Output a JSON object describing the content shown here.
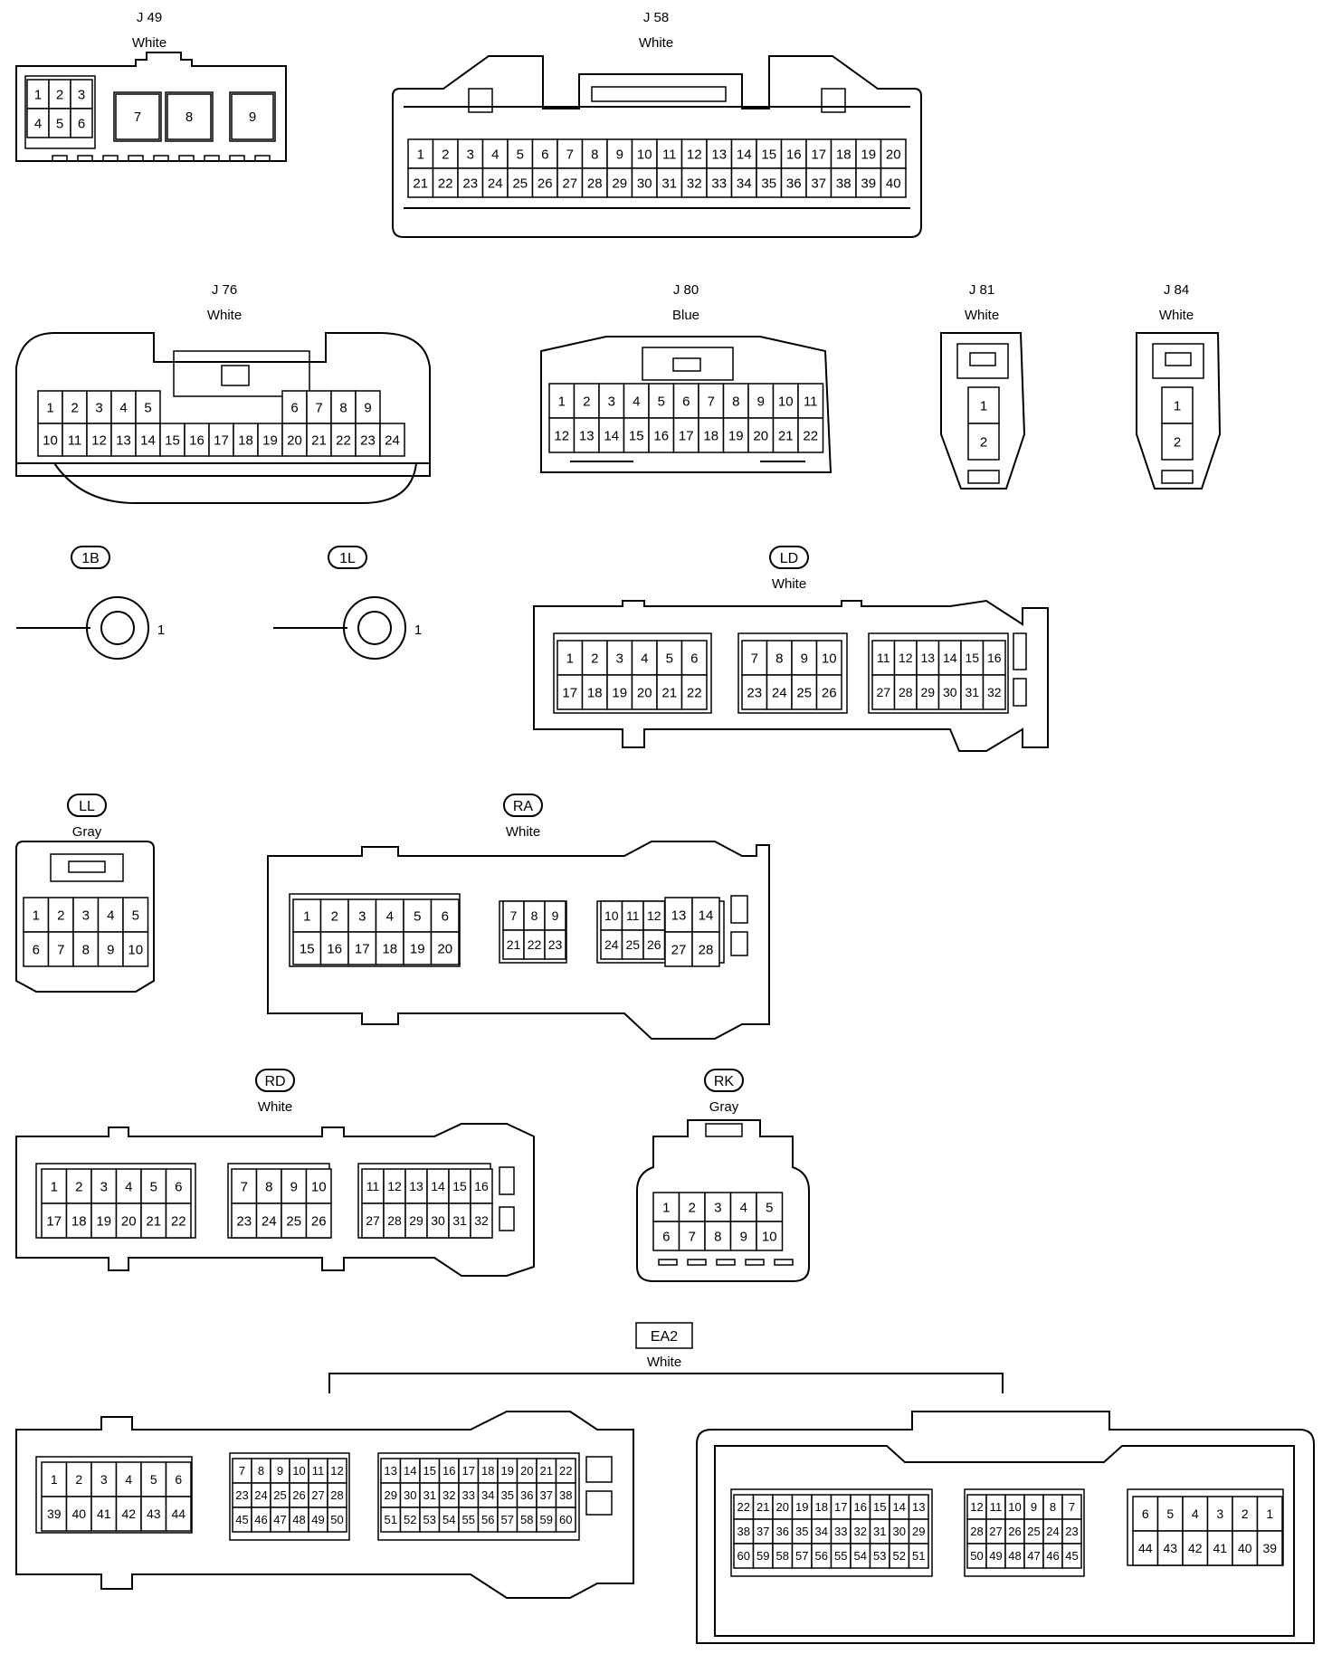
{
  "connectors": {
    "j49": {
      "id": "J 49",
      "color": "White"
    },
    "j58": {
      "id": "J 58",
      "color": "White"
    },
    "j76": {
      "id": "J 76",
      "color": "White"
    },
    "j80": {
      "id": "J 80",
      "color": "Blue"
    },
    "j81": {
      "id": "J 81",
      "color": "White"
    },
    "j84": {
      "id": "J 84",
      "color": "White"
    },
    "c1b": {
      "id": "1B",
      "pin": "1"
    },
    "c1l": {
      "id": "1L",
      "pin": "1"
    },
    "ld": {
      "id": "LD",
      "color": "White"
    },
    "ll": {
      "id": "LL",
      "color": "Gray"
    },
    "ra": {
      "id": "RA",
      "color": "White"
    },
    "rd": {
      "id": "RD",
      "color": "White"
    },
    "rk": {
      "id": "RK",
      "color": "Gray"
    },
    "ea2": {
      "id": "EA2",
      "color": "White"
    }
  }
}
